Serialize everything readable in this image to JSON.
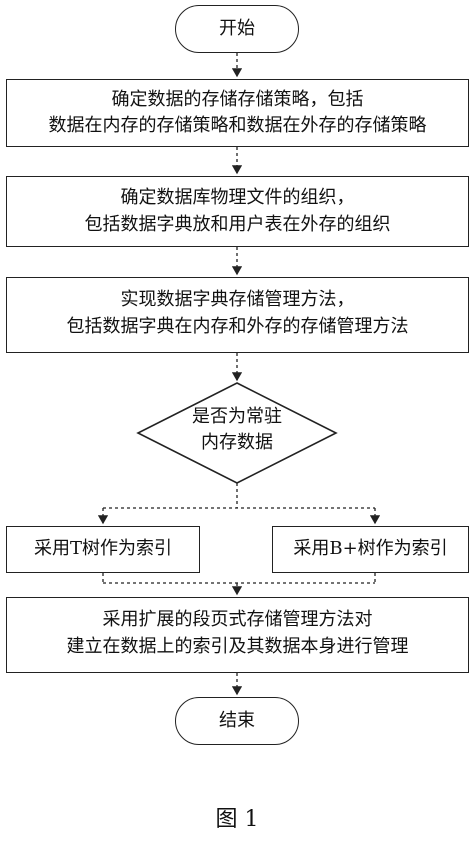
{
  "flowchart": {
    "start": "开始",
    "step1": {
      "line1": "确定数据的存储存储策略，包括",
      "line2": "数据在内存的存储策略和数据在外存的存储策略"
    },
    "step2": {
      "line1": "确定数据库物理文件的组织，",
      "line2": "包括数据字典放和用户表在外存的组织"
    },
    "step3": {
      "line1": "实现数据字典存储管理方法，",
      "line2": "包括数据字典在内存和外存的存储管理方法"
    },
    "decision": {
      "line1": "是否为常驻",
      "line2": "内存数据"
    },
    "branch_left": "采用T树作为索引",
    "branch_right": "采用B+树作为索引",
    "step4": {
      "line1": "采用扩展的段页式存储管理方法对",
      "line2": "建立在数据上的索引及其数据本身进行管理"
    },
    "end": "结束"
  },
  "caption": "图 1"
}
